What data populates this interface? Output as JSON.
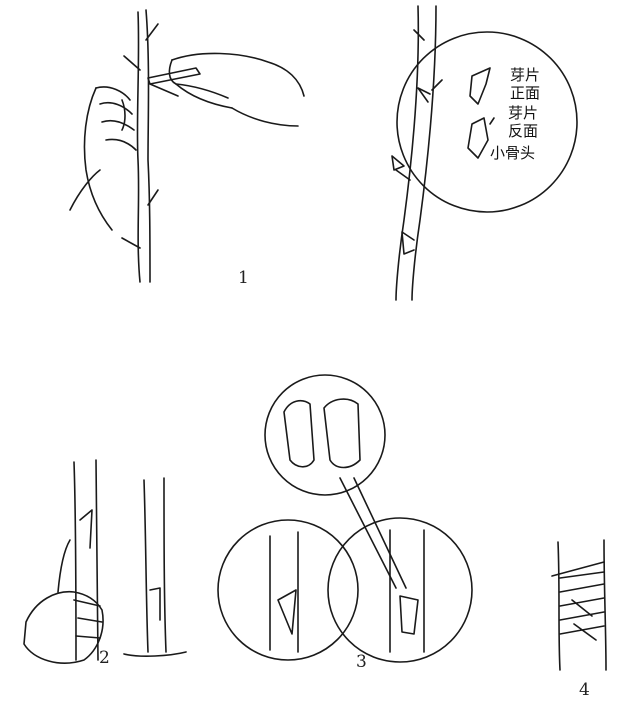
{
  "figure": {
    "panels": [
      {
        "id": "1",
        "label": "1"
      },
      {
        "id": "2",
        "label": "2"
      },
      {
        "id": "3",
        "label": "3"
      },
      {
        "id": "4",
        "label": "4"
      }
    ],
    "callout_labels": {
      "bud_front": "芽片正面",
      "bud_back": "芽片反面",
      "small_bone": "小骨头"
    },
    "colors": {
      "ink": "#1a1a1a",
      "paper": "#ffffff",
      "shade": "#555555"
    }
  }
}
